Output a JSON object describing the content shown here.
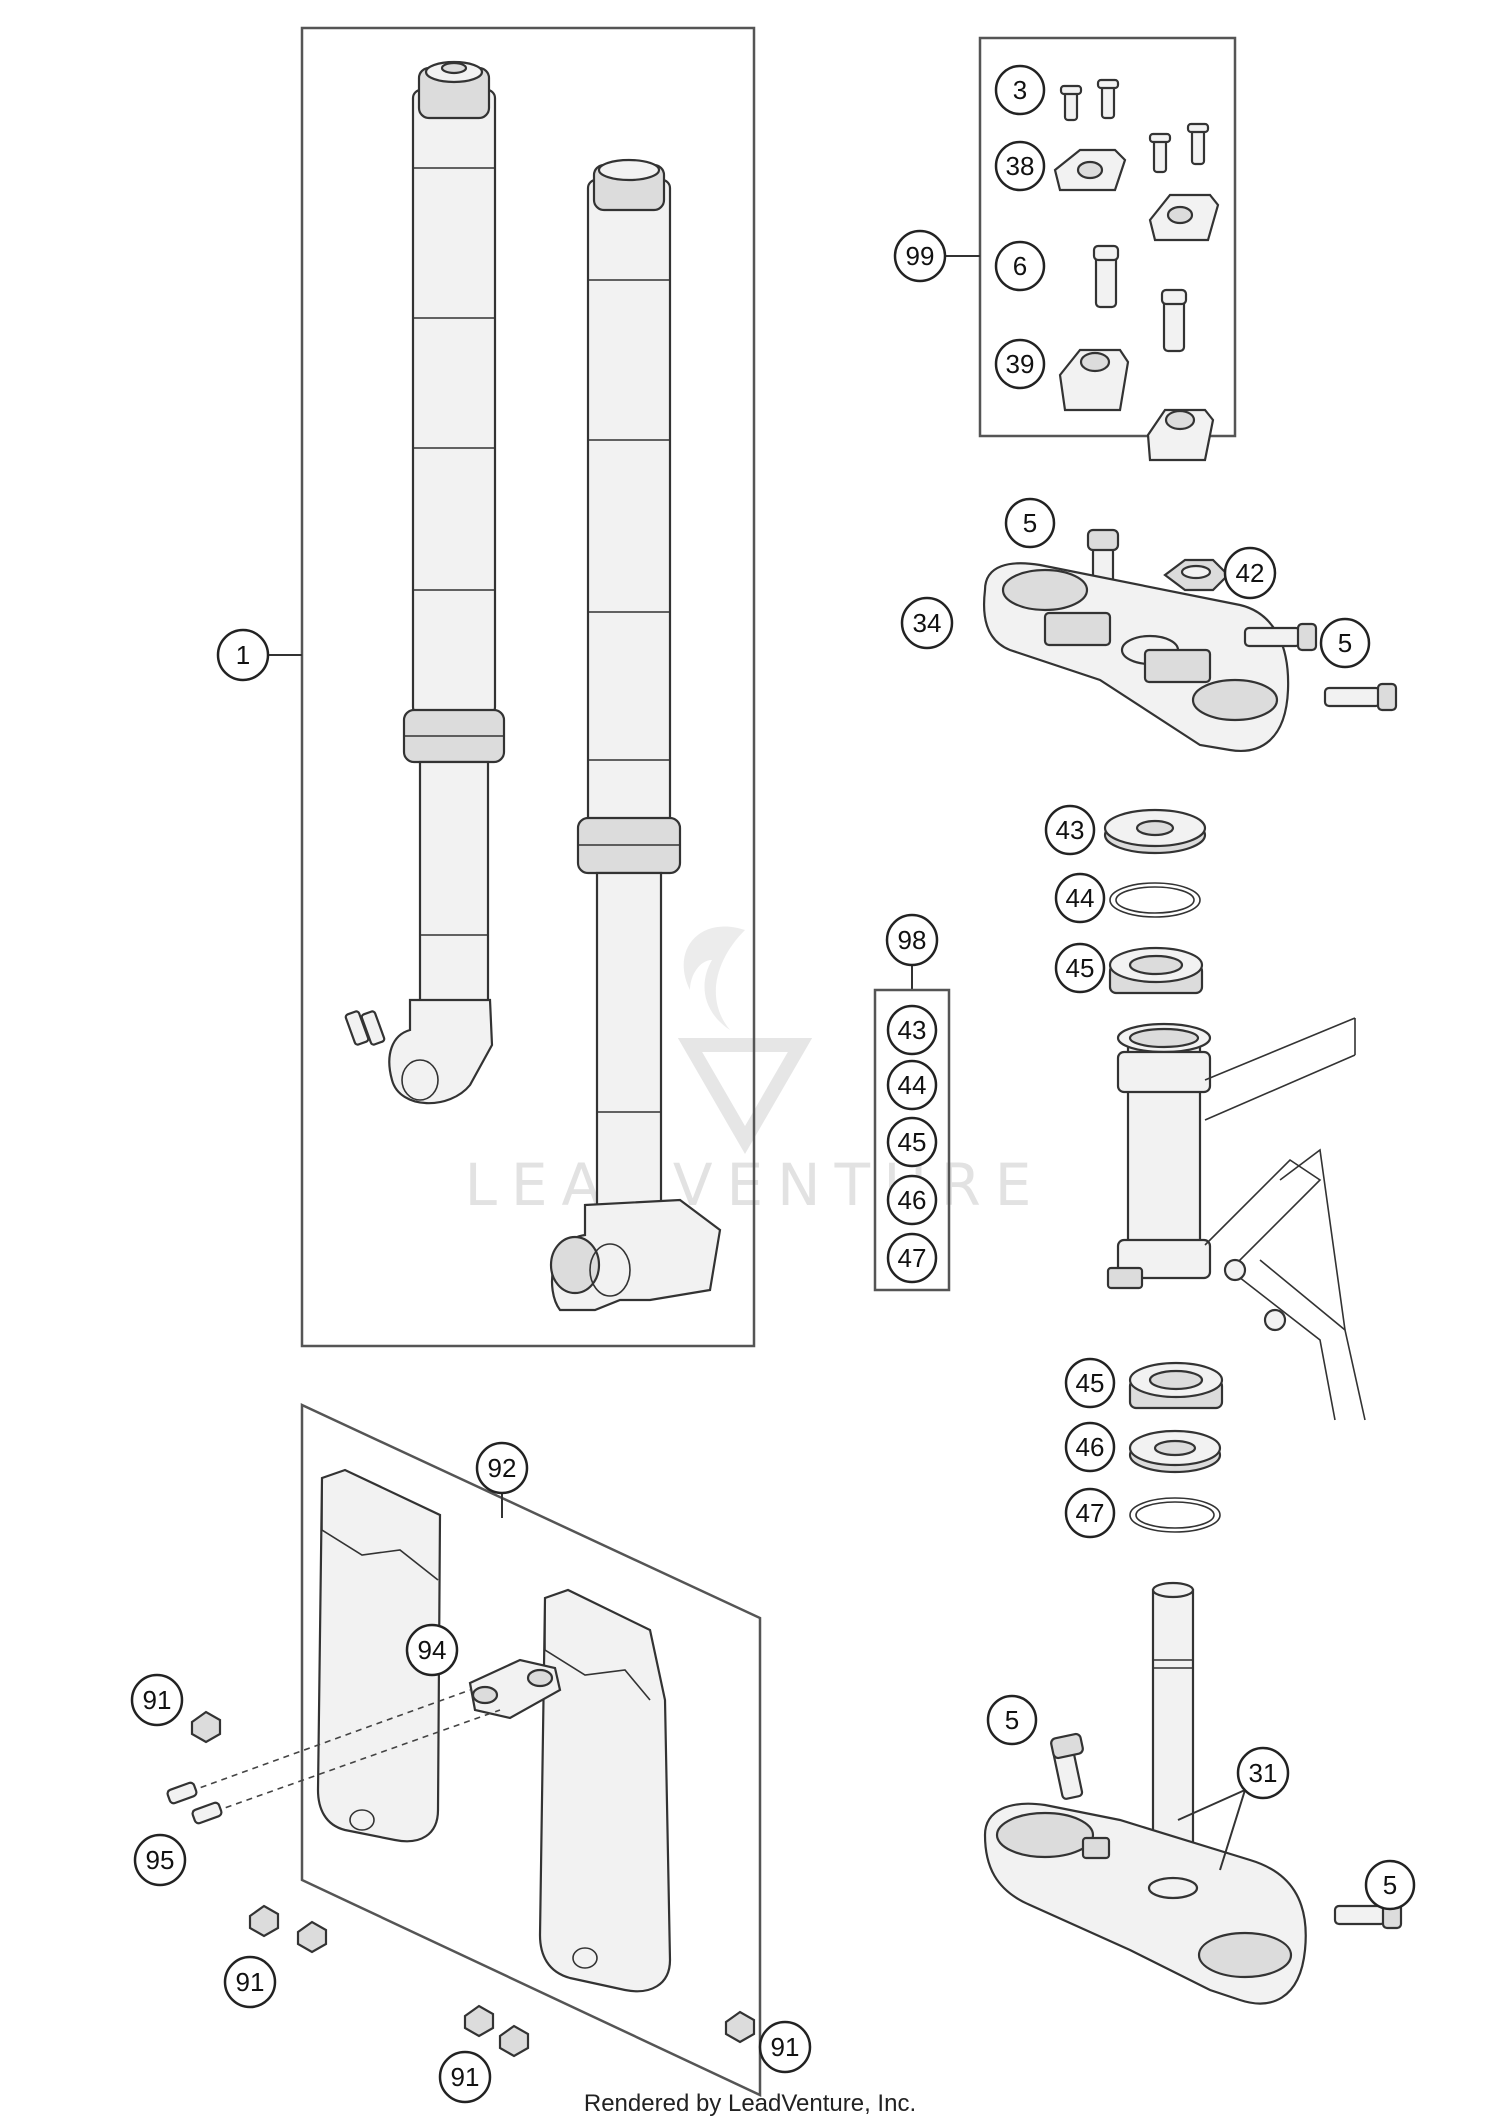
{
  "watermark": "LEADVENTURE",
  "footer": "Rendered by LeadVenture, Inc.",
  "callouts": {
    "c1": "1",
    "c3": "3",
    "c38": "38",
    "c99": "99",
    "c6": "6",
    "c39": "39",
    "c5a": "5",
    "c42": "42",
    "c34": "34",
    "c5b": "5",
    "c43": "43",
    "c44": "44",
    "c45": "45",
    "c98": "98",
    "k43": "43",
    "k44": "44",
    "k45": "45",
    "k46": "46",
    "k47": "47",
    "c45b": "45",
    "c46": "46",
    "c47": "47",
    "c92": "92",
    "c94": "94",
    "c91a": "91",
    "c95": "95",
    "c91b": "91",
    "c91c": "91",
    "c91d": "91",
    "c5c": "5",
    "c31": "31",
    "c5d": "5"
  }
}
